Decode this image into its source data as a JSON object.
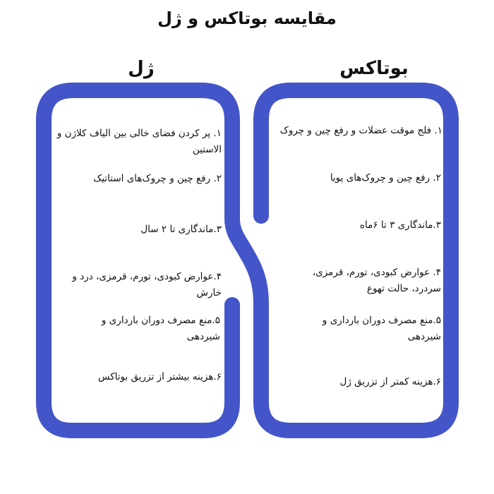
{
  "title": "مقایسه بوتاکس و ژل",
  "columns": {
    "botox": {
      "heading": "بوتاکس",
      "items": [
        "۱. فلج موقت عضلات و رفع چین و چروک",
        "۲. رفع چین و چروک‌های پویا",
        "۳.ماندگاری ۳ تا ۶ماه",
        "۴. عوارض کبودی، تورم، قرمزی، سردرد، حالت تهوع",
        "۵.منع مصرف دوران بارداری و شیردهی",
        "۶.هزینه کمتر از تزریق ژل"
      ]
    },
    "filler": {
      "heading": "ژل",
      "items": [
        "۱. پر کردن فضای خالی بین الیاف کلاژن و الاستین",
        "۲. رفع چین و چروک‌های استاتیک",
        "۳.ماندگاری تا ۲ سال",
        "۴.عوارض کبودی، تورم، قرمزی، درد و خارش",
        "۵.منع مصرف دوران بارداری و شیردهی",
        "۶.هزینه بیشتر از تزریق بوتاکس"
      ]
    }
  },
  "colors": {
    "frame": "#4355C8",
    "text": "#111111"
  }
}
